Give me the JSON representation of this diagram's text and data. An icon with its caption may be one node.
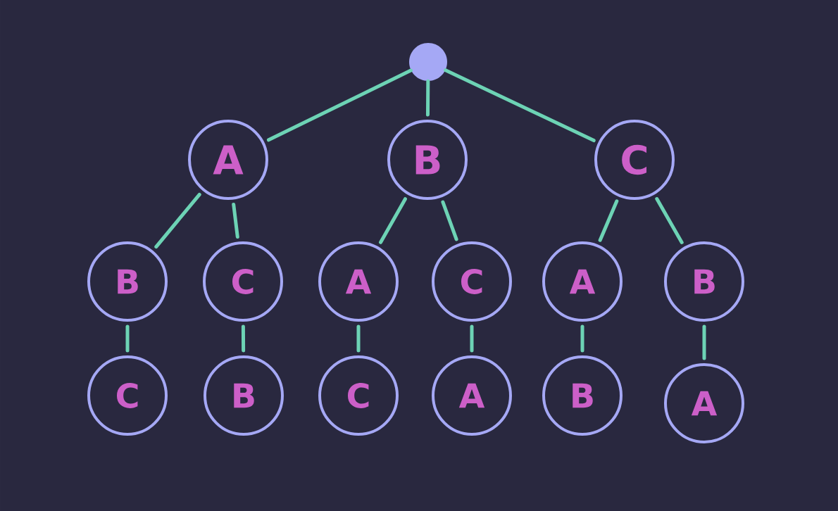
{
  "diagram": {
    "nodes": [
      {
        "text": [],
        "shape": "circle"
      },
      {
        "text": [
          "A"
        ]
      },
      {
        "text": [
          "B"
        ]
      },
      {
        "text": [
          "C"
        ]
      },
      {
        "text": [
          "B"
        ]
      },
      {
        "text": [
          "C"
        ]
      },
      {
        "text": [
          "A"
        ]
      },
      {
        "text": [
          "C"
        ]
      },
      {
        "text": [
          "A"
        ]
      },
      {
        "text": [
          "B"
        ]
      },
      {
        "text": [
          "C"
        ]
      },
      {
        "text": [
          "B"
        ]
      },
      {
        "text": [
          "C"
        ]
      },
      {
        "text": [
          "A"
        ]
      },
      {
        "text": [
          "B"
        ]
      },
      {
        "text": [
          "A"
        ]
      }
    ],
    "edges": [
      {
        "from": 0,
        "to": 1,
        "arrow": "none"
      },
      {
        "from": 0,
        "to": 2,
        "arrow": "none"
      },
      {
        "from": 0,
        "to": 3,
        "arrow": "none"
      },
      {
        "from": 1,
        "to": 4,
        "arrow": "none"
      },
      {
        "from": 1,
        "to": 5,
        "arrow": "none"
      },
      {
        "from": 2,
        "to": 6,
        "arrow": "none"
      },
      {
        "from": 2,
        "to": 7,
        "arrow": "none"
      },
      {
        "from": 3,
        "to": 8,
        "arrow": "none"
      },
      {
        "from": 3,
        "to": 9,
        "arrow": "none"
      },
      {
        "from": 4,
        "to": 10,
        "arrow": "none"
      },
      {
        "from": 5,
        "to": 11,
        "arrow": "none"
      },
      {
        "from": 6,
        "to": 12,
        "arrow": "none"
      },
      {
        "from": 7,
        "to": 13,
        "arrow": "none"
      },
      {
        "from": 8,
        "to": 14,
        "arrow": "none"
      },
      {
        "from": 9,
        "to": 15,
        "arrow": "none"
      }
    ]
  }
}
